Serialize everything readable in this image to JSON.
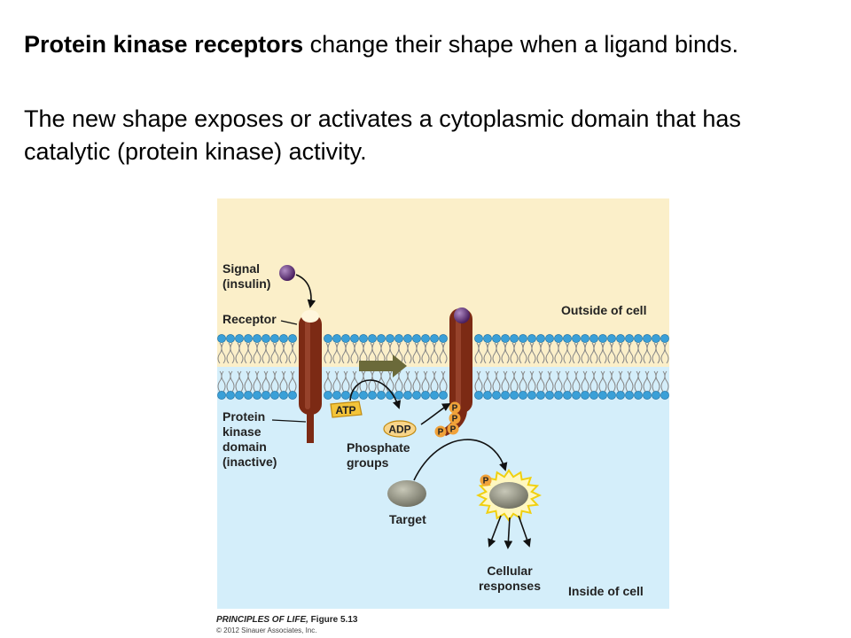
{
  "text": {
    "p1_bold": "Protein kinase receptors",
    "p1_rest": " change their shape when a ligand binds.",
    "p2": "The new shape exposes or activates a cytoplasmic domain that has catalytic (protein kinase) activity."
  },
  "figure": {
    "labels": {
      "signal_line1": "Signal",
      "signal_line2": "(insulin)",
      "receptor": "Receptor",
      "outside": "Outside of cell",
      "pkd_line1": "Protein",
      "pkd_line2": "kinase",
      "pkd_line3": "domain",
      "pkd_line4": "(inactive)",
      "atp": "ATP",
      "adp": "ADP",
      "phosphate_line1": "Phosphate",
      "phosphate_line2": "groups",
      "target": "Target",
      "responses_line1": "Cellular",
      "responses_line2": "responses",
      "inside": "Inside of cell",
      "p": "P"
    },
    "caption_title": "PRINCIPLES OF LIFE,",
    "caption_fig": " Figure 5.13",
    "copyright": "© 2012 Sinauer Associates, Inc."
  },
  "colors": {
    "outside_bg": "#fbefc9",
    "inside_bg": "#d4eefa",
    "receptor": "#7c2a14",
    "phospholipid_head": "#3aa0d8",
    "ligand": "#5b2d73",
    "phosphate": "#f0a23a",
    "target": "#9a9a88"
  }
}
